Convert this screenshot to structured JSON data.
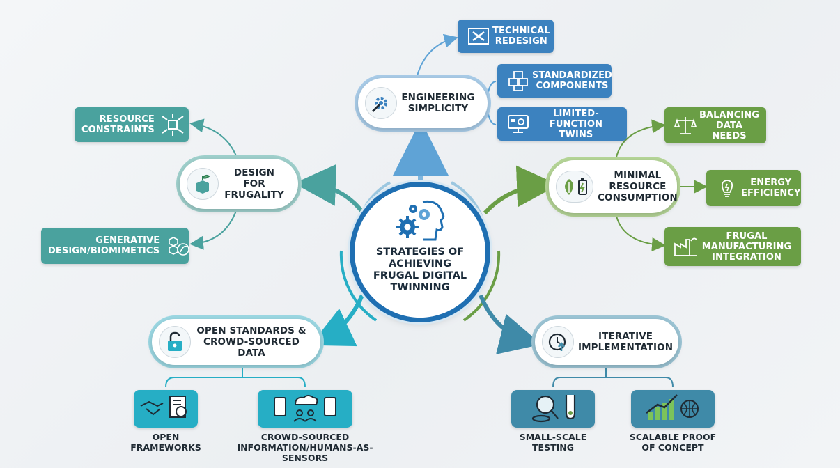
{
  "center": {
    "title": "STRATEGIES OF\nACHIEVING\nFRUGAL DIGITAL\nTWINNING",
    "icon": "gears-head-icon"
  },
  "branches": {
    "engineering_simplicity": {
      "label": "ENGINEERING\nSIMPLICITY",
      "icon": "wrench-gear-icon",
      "color": "#3c82bf",
      "leaves": [
        {
          "label": "TECHNICAL\nREDESIGN",
          "icon": "blueprint-tools-icon"
        },
        {
          "label": "STANDARDIZED\nCOMPONENTS",
          "icon": "cubes-icon"
        },
        {
          "label": "LIMITED-FUNCTION\nTWINS",
          "icon": "monitor-icon"
        }
      ]
    },
    "design_for_frugality": {
      "label": "DESIGN FOR\nFRUGALITY",
      "icon": "sprout-box-icon",
      "color": "#4aa29e",
      "leaves": [
        {
          "label": "RESOURCE\nCONSTRAINTS",
          "icon": "compress-box-icon"
        },
        {
          "label": "GENERATIVE\nDESIGN/BIOMIMETICS",
          "icon": "hexagon-leaf-icon"
        }
      ]
    },
    "minimal_resource": {
      "label": "MINIMAL\nRESOURCE\nCONSUMPTION",
      "icon": "leaf-battery-icon",
      "color": "#6a9e45",
      "leaves": [
        {
          "label": "BALANCING\nDATA NEEDS",
          "icon": "scale-icon"
        },
        {
          "label": "ENERGY\nEFFICIENCY",
          "icon": "lightbulb-icon"
        },
        {
          "label": "FRUGAL\nMANUFACTURING\nINTEGRATION",
          "icon": "factory-icon"
        }
      ]
    },
    "open_standards": {
      "label": "OPEN STANDARDS &\nCROWD-SOURCED DATA",
      "icon": "open-lock-icon",
      "color": "#26aec5",
      "leaves": [
        {
          "label": "OPEN\nFRAMEWORKS",
          "icon": "handshake-document-icon"
        },
        {
          "label": "CROWD-SOURCED\nINFORMATION/HUMANS-AS-SENSORS",
          "icon": "crowd-cloud-icon"
        }
      ]
    },
    "iterative_implementation": {
      "label": "ITERATIVE\nIMPLEMENTATION",
      "icon": "clock-arrow-icon",
      "color": "#3f8aa8",
      "leaves": [
        {
          "label": "SMALL-SCALE\nTESTING",
          "icon": "magnifier-flask-icon"
        },
        {
          "label": "SCALABLE PROOF\nOF CONCEPT",
          "icon": "growth-chart-icon"
        }
      ]
    }
  },
  "colors": {
    "hub_ring": "#1f6fb2",
    "text": "#1f2a33"
  }
}
